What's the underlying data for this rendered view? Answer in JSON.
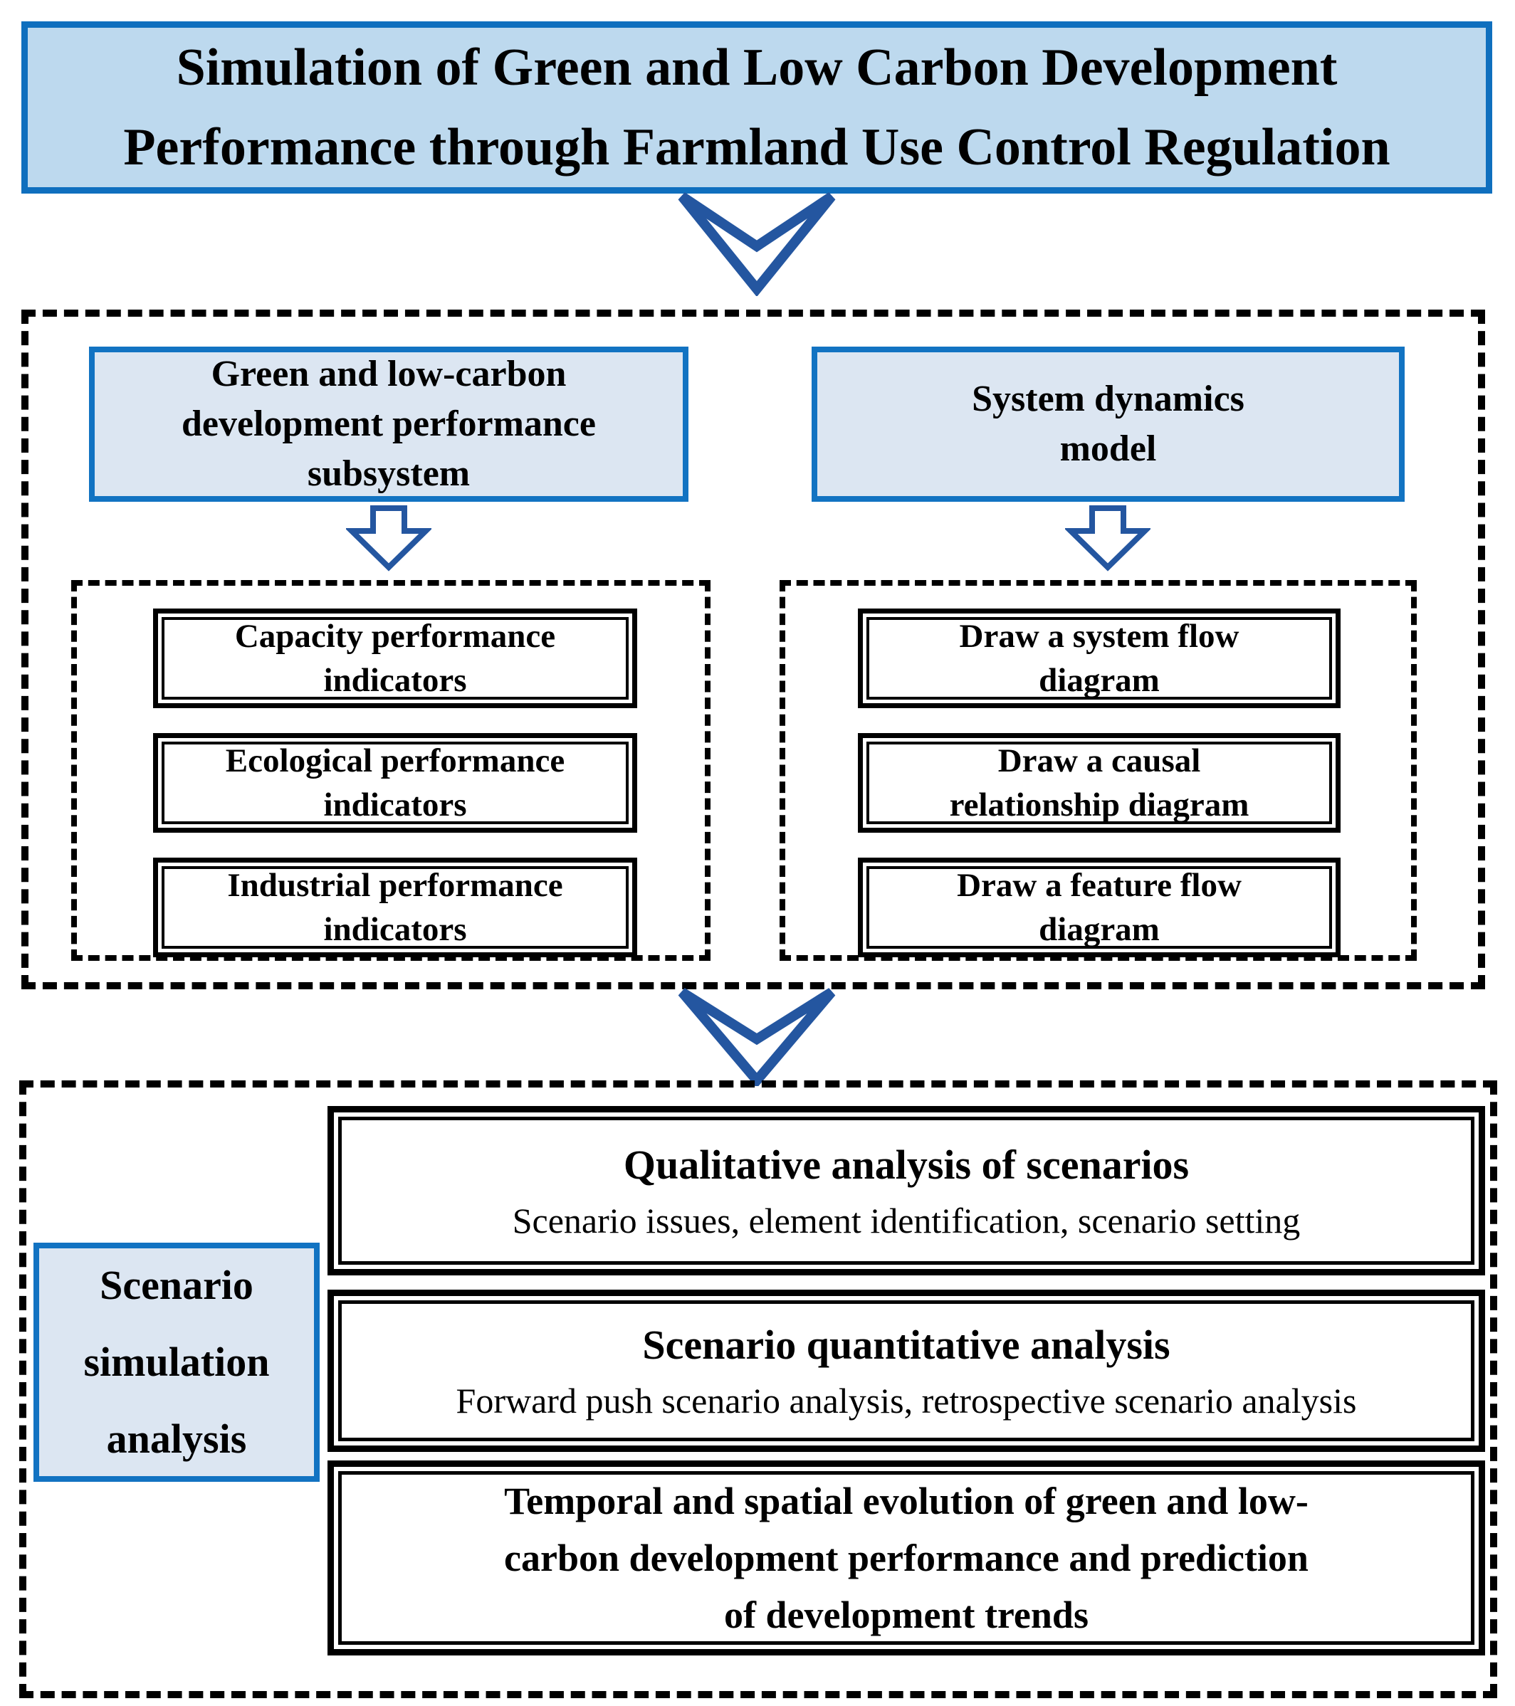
{
  "colors": {
    "header_fill": "#BDD9EE",
    "panel_fill": "#DCE6F2",
    "blue_border": "#1273C2",
    "title_border": "#0F6FBE",
    "connector_blue": "#2456A0",
    "line_black": "#000000"
  },
  "header": {
    "title": "Simulation of Green and Low Carbon Development\nPerformance through Farmland Use Control Regulation"
  },
  "icons": {
    "connector_top": "chevron-down-icon",
    "connector_bottom": "chevron-down-icon",
    "left_branch_arrow": "block-arrow-down-icon",
    "right_branch_arrow": "block-arrow-down-icon"
  },
  "middle_section": {
    "left_header": "Green and low-carbon\ndevelopment performance\nsubsystem",
    "right_header": "System dynamics\nmodel",
    "left_items": [
      {
        "label": "Capacity performance\nindicators"
      },
      {
        "label": "Ecological performance\nindicators"
      },
      {
        "label": "Industrial performance\nindicators"
      }
    ],
    "right_items": [
      {
        "label": "Draw a system flow\ndiagram"
      },
      {
        "label": "Draw a causal\nrelationship diagram"
      },
      {
        "label": "Draw a feature flow\ndiagram"
      }
    ]
  },
  "bottom_section": {
    "side_label": "Scenario\nsimulation\nanalysis",
    "panels": [
      {
        "title": "Qualitative analysis of scenarios",
        "subtitle": "Scenario issues, element identification, scenario setting"
      },
      {
        "title": "Scenario quantitative analysis",
        "subtitle": "Forward push scenario analysis, retrospective scenario analysis"
      },
      {
        "title": "Temporal and spatial evolution of green and low-\ncarbon development performance and prediction\nof development trends"
      }
    ]
  }
}
